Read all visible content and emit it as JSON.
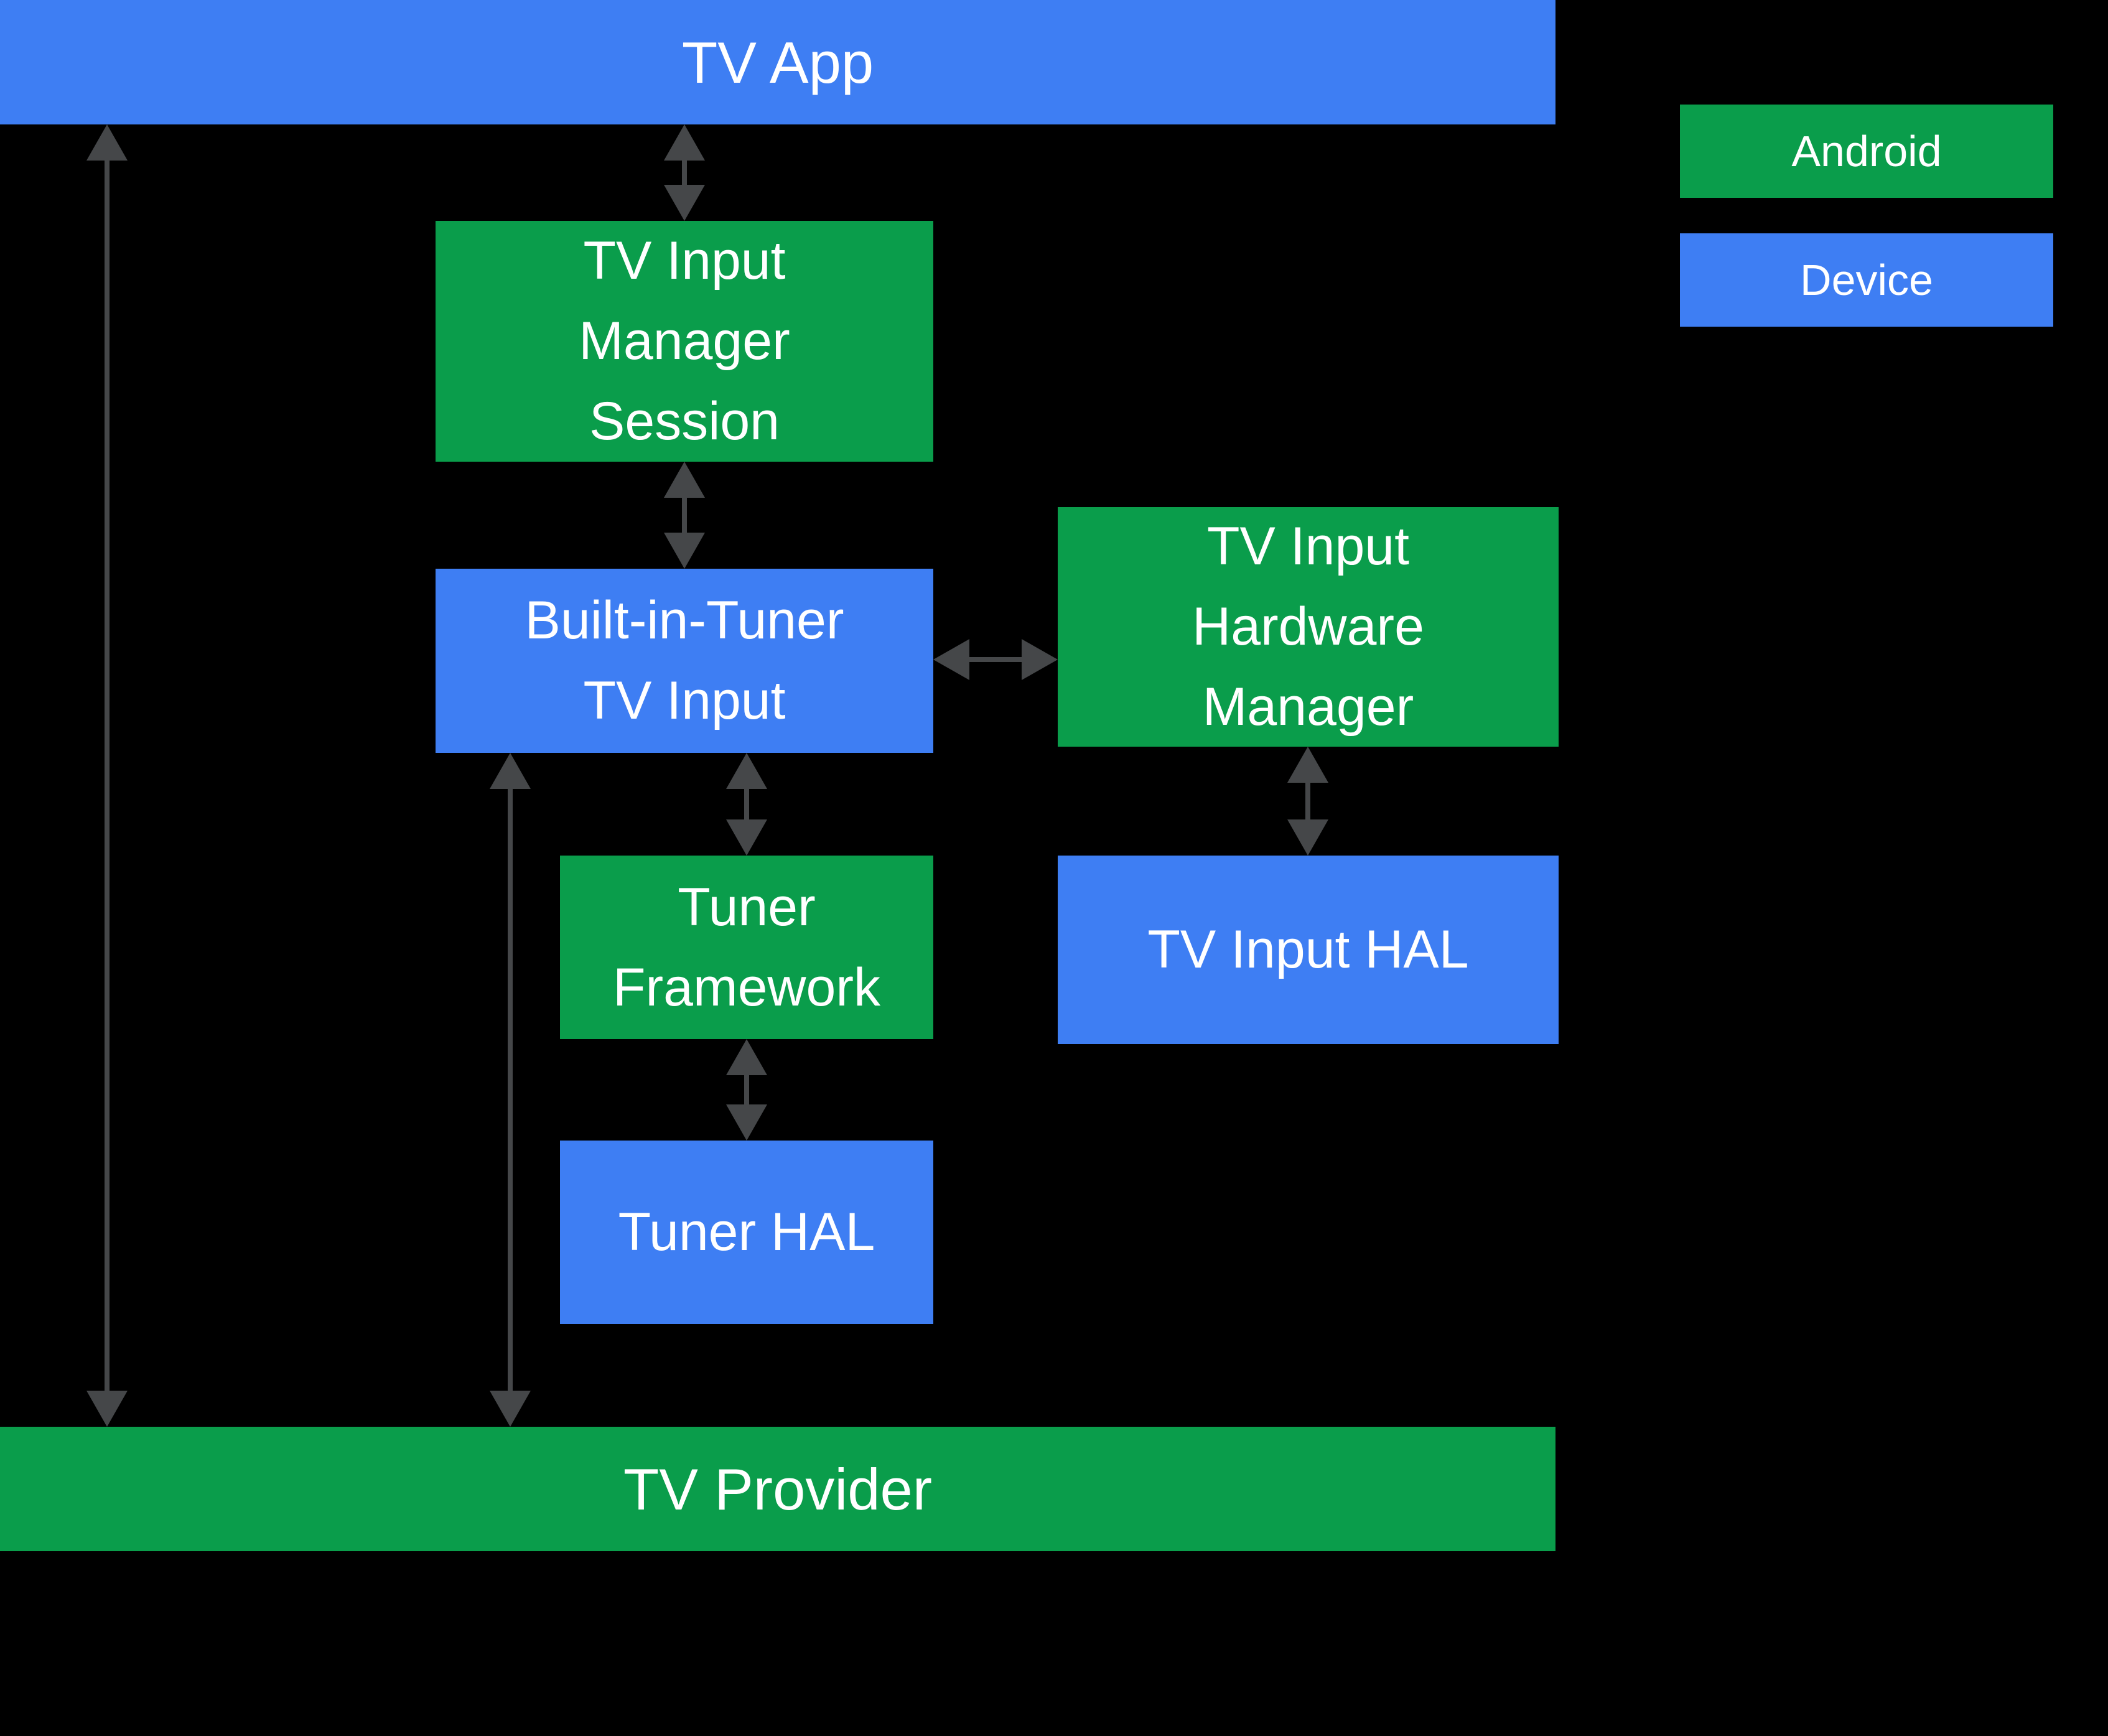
{
  "background": "#000000",
  "colors": {
    "android_green": "#0a9d4b",
    "device_blue": "#3e7ef3",
    "arrow_gray": "#454749",
    "text": "#ffffff"
  },
  "legend": {
    "android_label": "Android",
    "device_label": "Device"
  },
  "nodes": {
    "tv_app": {
      "label": "TV App",
      "type": "device"
    },
    "tv_input_manager_session": {
      "label": "TV Input\nManager\nSession",
      "type": "android"
    },
    "built_in_tuner_tv_input": {
      "label": "Built-in-Tuner\nTV Input",
      "type": "device"
    },
    "tv_input_hardware_manager": {
      "label": "TV Input\nHardware\nManager",
      "type": "android"
    },
    "tuner_framework": {
      "label": "Tuner\nFramework",
      "type": "android"
    },
    "tv_input_hal": {
      "label": "TV Input HAL",
      "type": "device"
    },
    "tuner_hal": {
      "label": "Tuner HAL",
      "type": "device"
    },
    "tv_provider": {
      "label": "TV Provider",
      "type": "android"
    }
  },
  "edges": [
    {
      "from": "tv_app",
      "to": "tv_provider",
      "bidirectional": true
    },
    {
      "from": "tv_app",
      "to": "tv_input_manager_session",
      "bidirectional": true
    },
    {
      "from": "tv_input_manager_session",
      "to": "built_in_tuner_tv_input",
      "bidirectional": true
    },
    {
      "from": "built_in_tuner_tv_input",
      "to": "tv_input_hardware_manager",
      "bidirectional": true
    },
    {
      "from": "built_in_tuner_tv_input",
      "to": "tuner_framework",
      "bidirectional": true
    },
    {
      "from": "built_in_tuner_tv_input",
      "to": "tv_provider",
      "bidirectional": true
    },
    {
      "from": "tv_input_hardware_manager",
      "to": "tv_input_hal",
      "bidirectional": true
    },
    {
      "from": "tuner_framework",
      "to": "tuner_hal",
      "bidirectional": true
    }
  ]
}
